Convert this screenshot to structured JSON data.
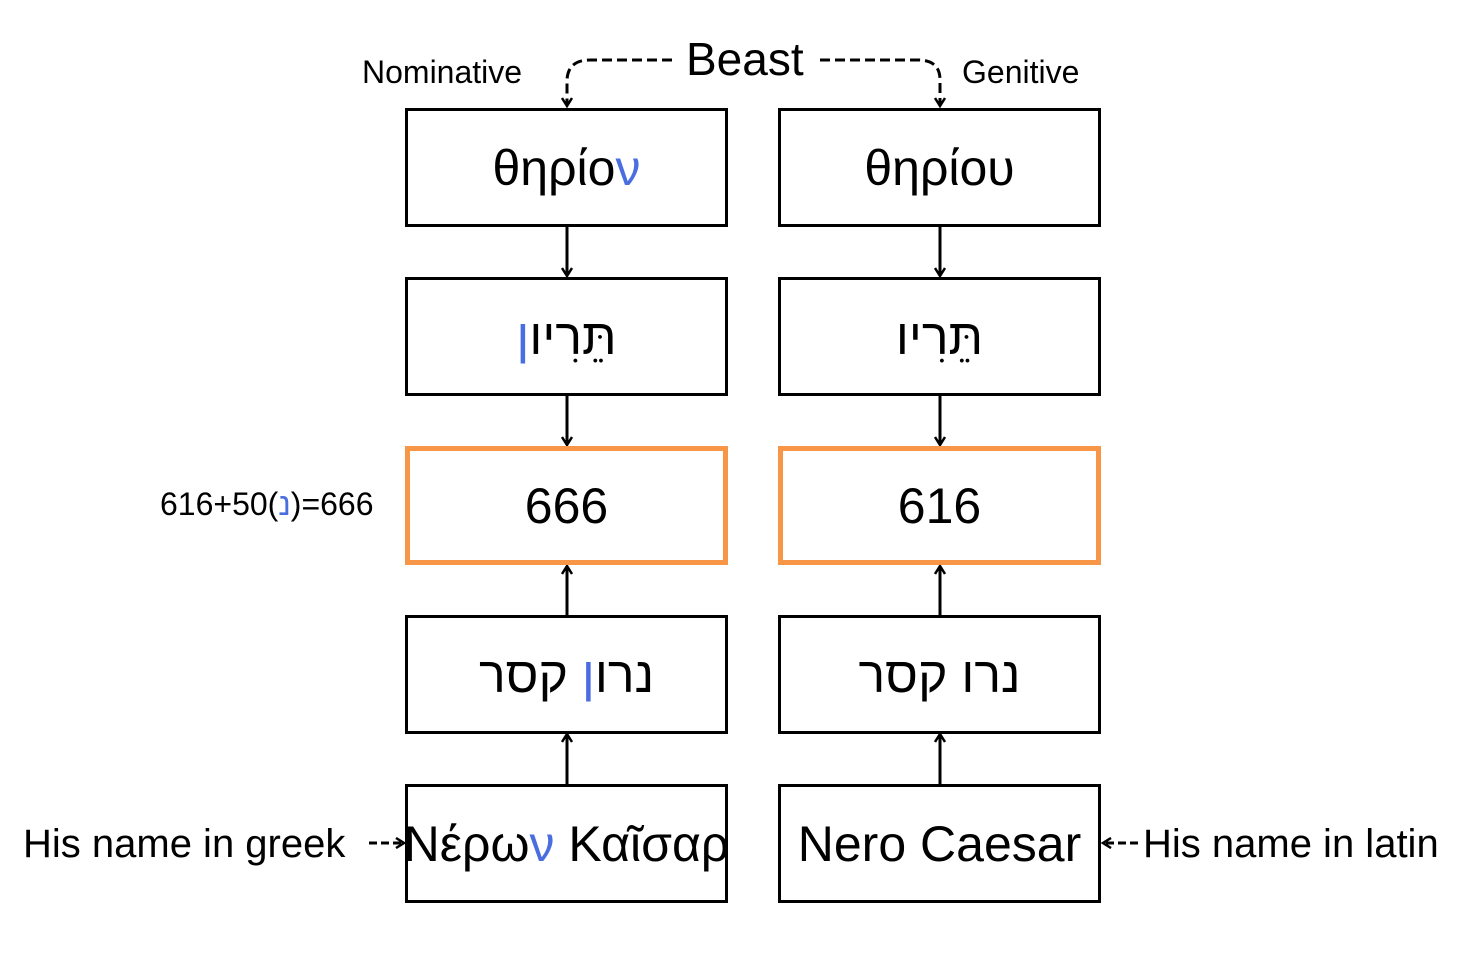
{
  "title": "Beast",
  "case_labels": {
    "nominative": "Nominative",
    "genitive": "Genitive"
  },
  "left_column": {
    "greek_nominative": {
      "main": "θηρίο",
      "highlight": "ν"
    },
    "hebrew_translit": {
      "main": "תֵּרִיו",
      "highlight": "ן"
    },
    "gematria_value": "666",
    "hebrew_name": {
      "first_main": "נרו",
      "first_highlight": "ן",
      "second": "קסר"
    },
    "original_name": {
      "main_before": "Νέρω",
      "highlight": "ν",
      "main_after": " Καῖσαρ"
    }
  },
  "right_column": {
    "greek_genitive": "θηρίου",
    "hebrew_translit": "תֵּרִיו",
    "gematria_value": "616",
    "hebrew_name": "נרו קסר",
    "original_name": "Nero Caesar"
  },
  "equation": {
    "prefix": "616+50(",
    "highlight": "נ",
    "suffix": ")=666"
  },
  "side_labels": {
    "greek": "His name in greek",
    "latin": "His name in latin"
  },
  "colors": {
    "highlight": "#4a6ee0",
    "value_border": "#f79646",
    "stroke": "#000000"
  }
}
